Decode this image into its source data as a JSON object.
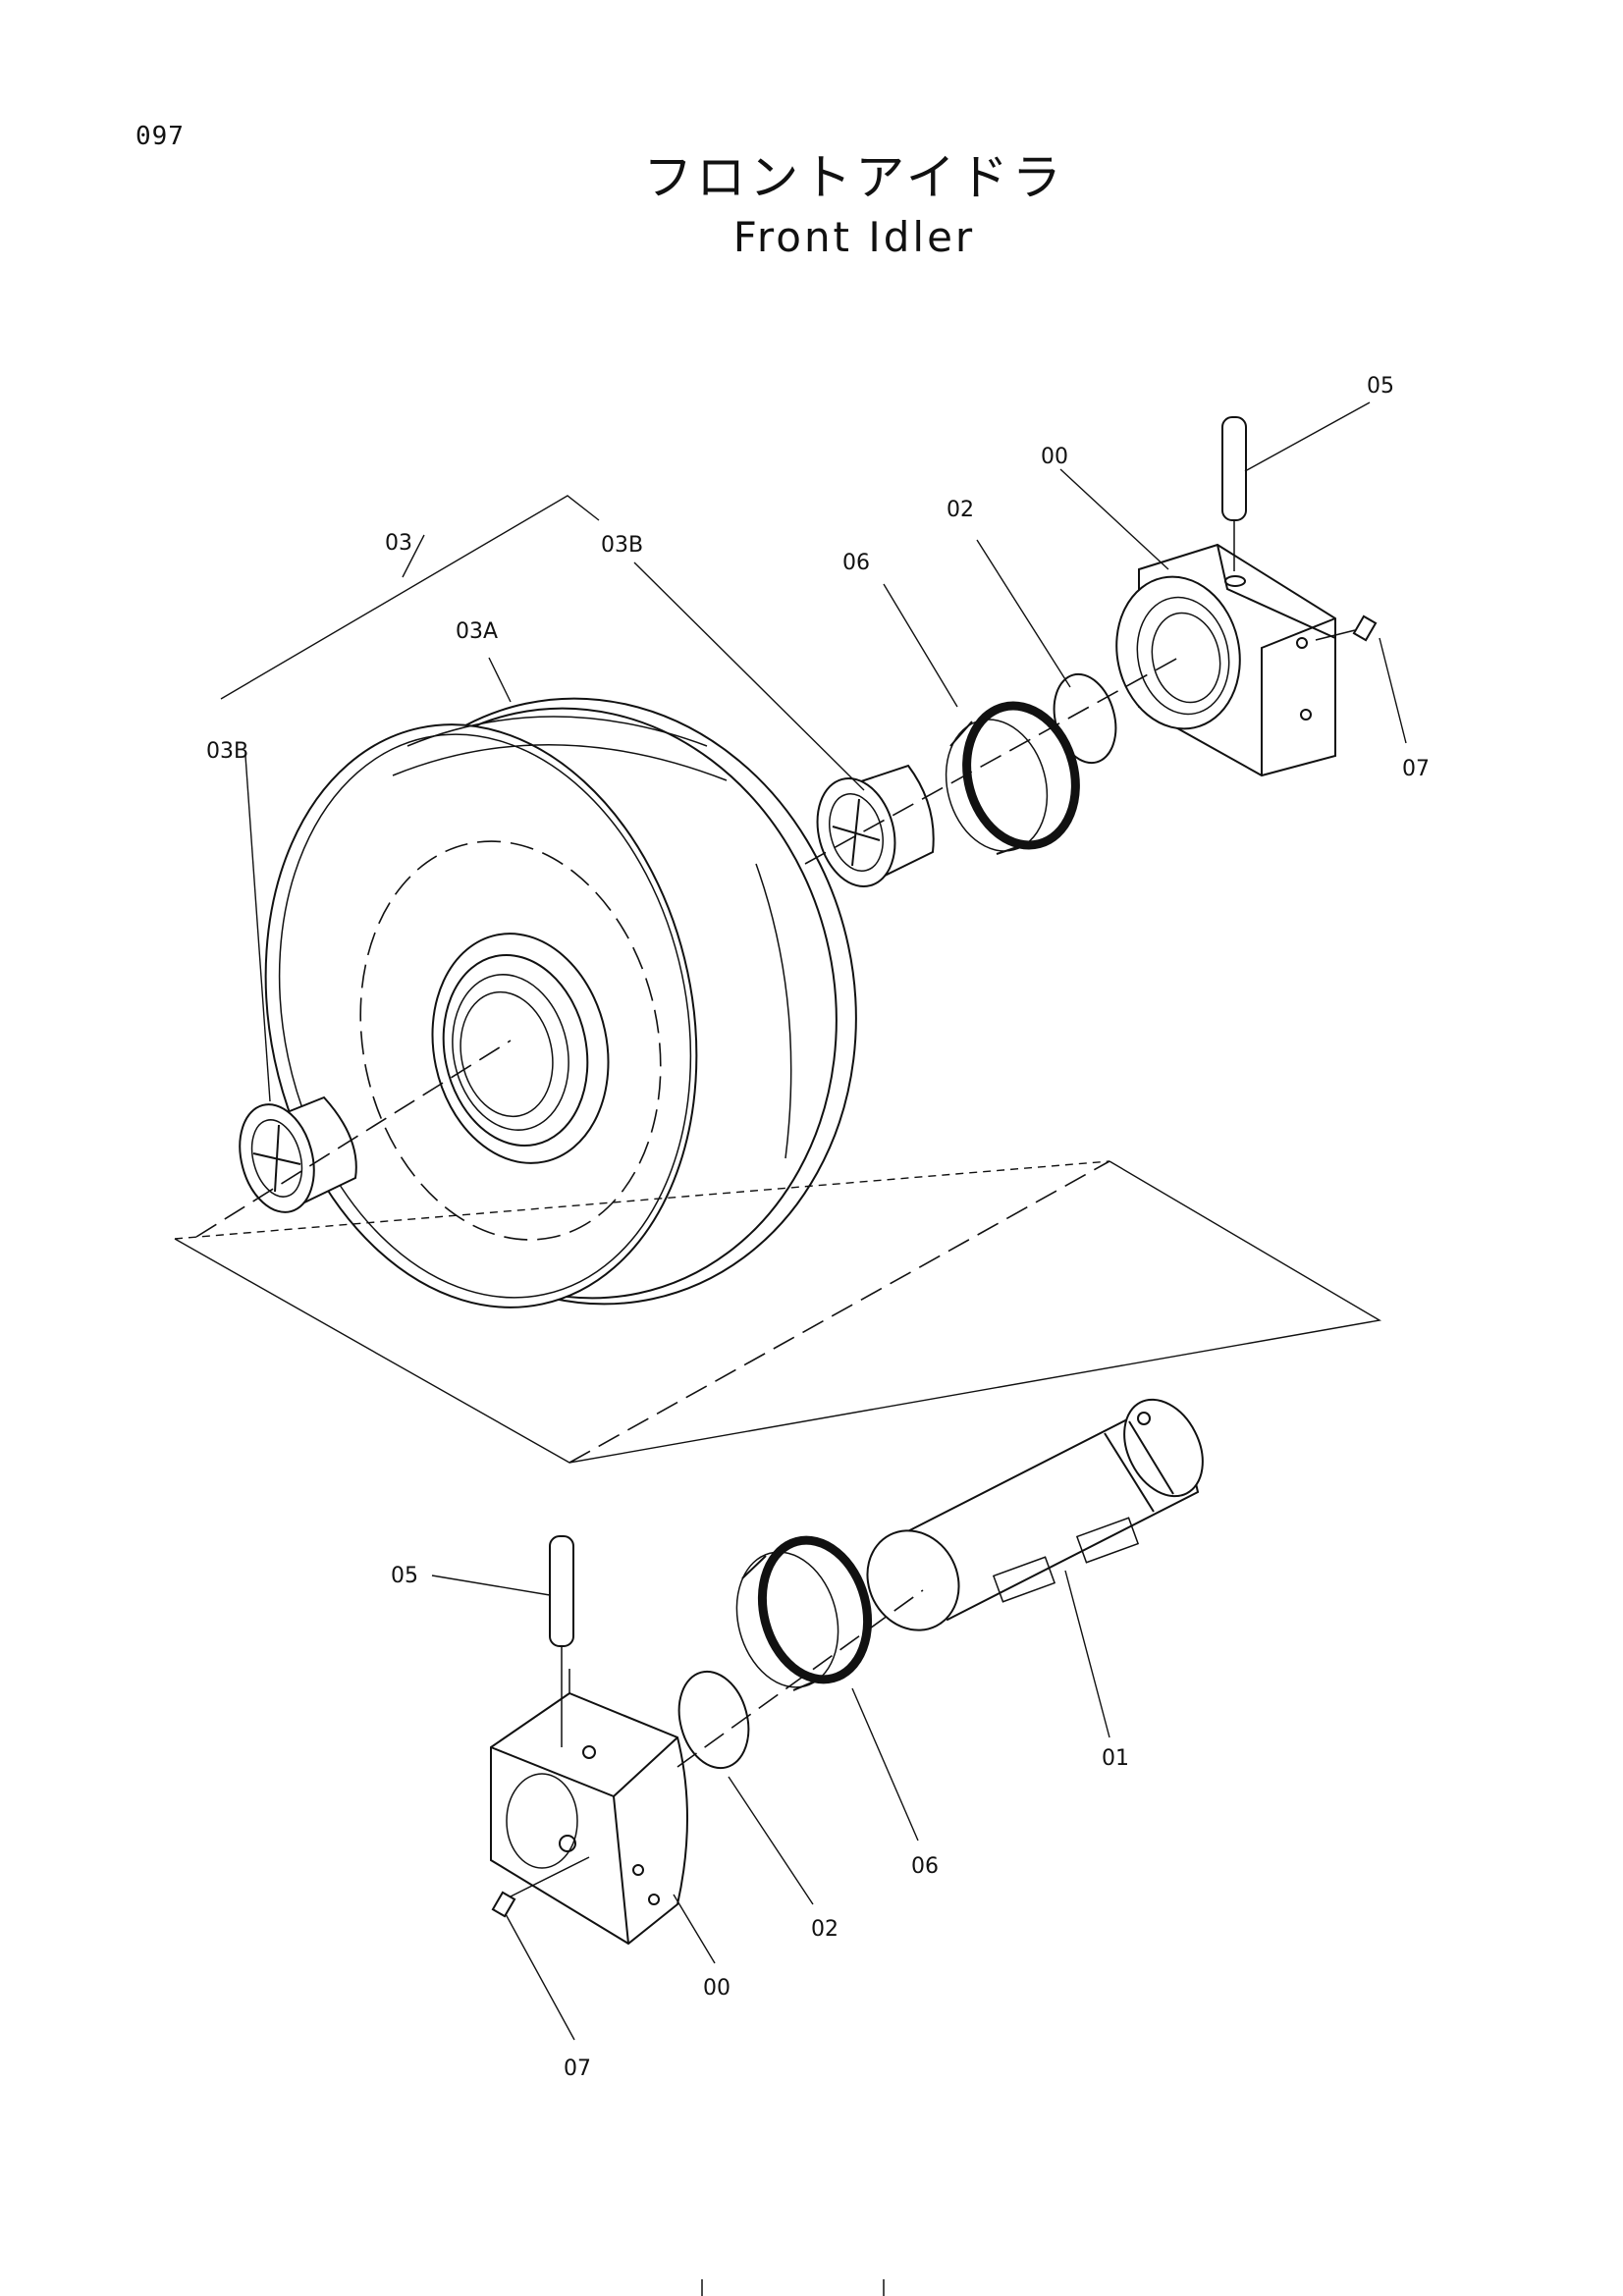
{
  "page": {
    "number": "097"
  },
  "title": {
    "japanese": "フロントアイドラ",
    "english": "Front Idler"
  },
  "callouts": {
    "upper_05": "05",
    "upper_00": "00",
    "upper_02": "02",
    "upper_06": "06",
    "upper_07": "07",
    "upper_03B_right": "03B",
    "group_03": "03",
    "group_03A": "03A",
    "left_03B": "03B",
    "lower_05": "05",
    "lower_02": "02",
    "lower_06": "06",
    "lower_01": "01",
    "lower_00": "00",
    "lower_07": "07"
  }
}
